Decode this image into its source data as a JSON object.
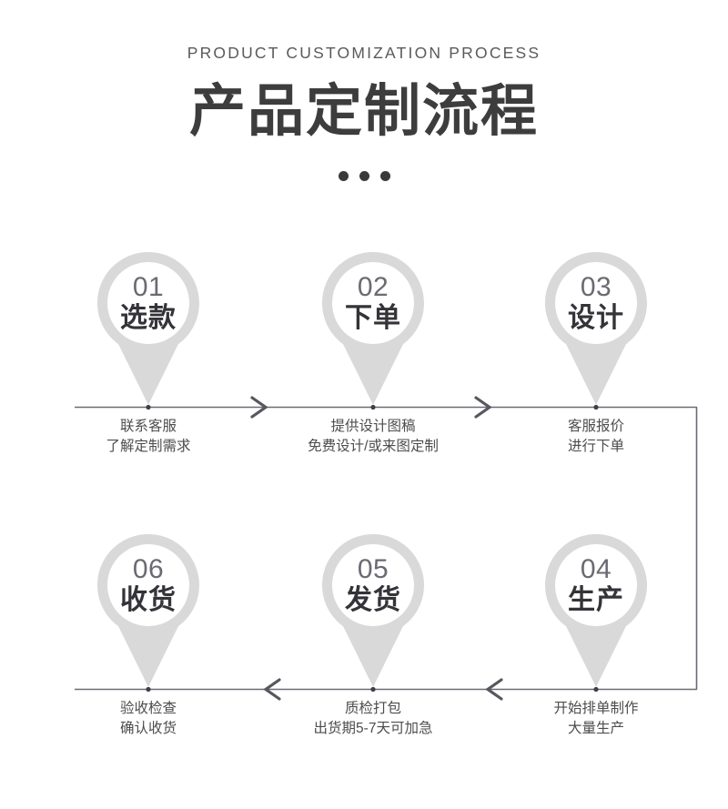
{
  "header": {
    "eyebrow": "PRODUCT CUSTOMIZATION PROCESS",
    "title": "产品定制流程",
    "dots_count": 3
  },
  "colors": {
    "pin_ring": "#d9d9d9",
    "pin_inner": "#ffffff",
    "pin_number_text": "#6a6a72",
    "pin_name_text": "#333338",
    "caption_text": "#4d4d4d",
    "title_text": "#3d3d3d",
    "eyebrow_text": "#5a5a5a",
    "connector_line": "#6b6b74",
    "dot": "#3a3a3a"
  },
  "steps": [
    {
      "number": "01",
      "name": "选款",
      "caption_line1": "联系客服",
      "caption_line2": "了解定制需求",
      "row": "top",
      "column": 1
    },
    {
      "number": "02",
      "name": "下单",
      "caption_line1": "提供设计图稿",
      "caption_line2": "免费设计/或来图定制",
      "row": "top",
      "column": 2
    },
    {
      "number": "03",
      "name": "设计",
      "caption_line1": "客服报价",
      "caption_line2": "进行下单",
      "row": "top",
      "column": 3
    },
    {
      "number": "04",
      "name": "生产",
      "caption_line1": "开始排单制作",
      "caption_line2": "大量生产",
      "row": "bottom",
      "column": 3
    },
    {
      "number": "05",
      "name": "发货",
      "caption_line1": "质检打包",
      "caption_line2": "出货期5-7天可加急",
      "row": "bottom",
      "column": 2
    },
    {
      "number": "06",
      "name": "收货",
      "caption_line1": "验收检查",
      "caption_line2": "确认收货",
      "row": "bottom",
      "column": 1
    }
  ],
  "connectors": {
    "top_arrow_1": ">",
    "top_arrow_2": ">",
    "bottom_arrow_1": "<",
    "bottom_arrow_2": "<",
    "direction_top": "left-to-right",
    "direction_bottom": "right-to-left"
  }
}
